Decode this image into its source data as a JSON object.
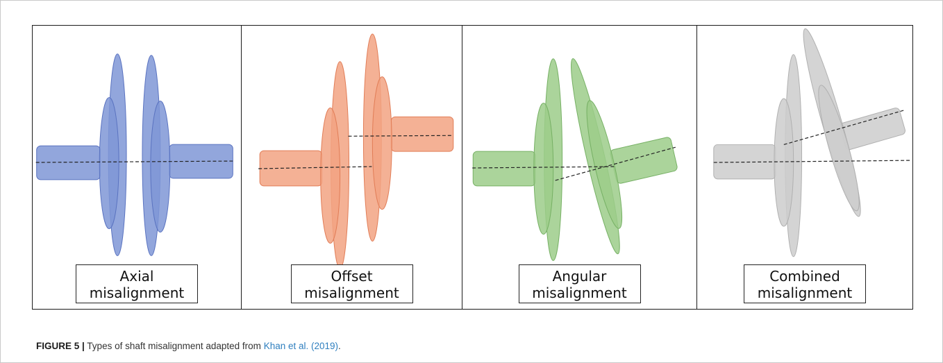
{
  "figure": {
    "panels": [
      {
        "id": "axial",
        "line1": "Axial",
        "line2": "misalignment",
        "fill": "#7f96d6",
        "stroke": "#5a73c0"
      },
      {
        "id": "offset",
        "line1": "Offset",
        "line2": "misalignment",
        "fill": "#f2a383",
        "stroke": "#e17d57"
      },
      {
        "id": "angular",
        "line1": "Angular",
        "line2": "misalignment",
        "fill": "#9ccc8a",
        "stroke": "#76b064"
      },
      {
        "id": "combined",
        "line1": "Combined",
        "line2": "misalignment",
        "fill": "#cdcdcd",
        "stroke": "#b0b0b0"
      }
    ]
  },
  "caption": {
    "number": "FIGURE 5 |",
    "text": " Types of shaft misalignment adapted from ",
    "reference": "Khan et al. (2019)",
    "end": "."
  }
}
